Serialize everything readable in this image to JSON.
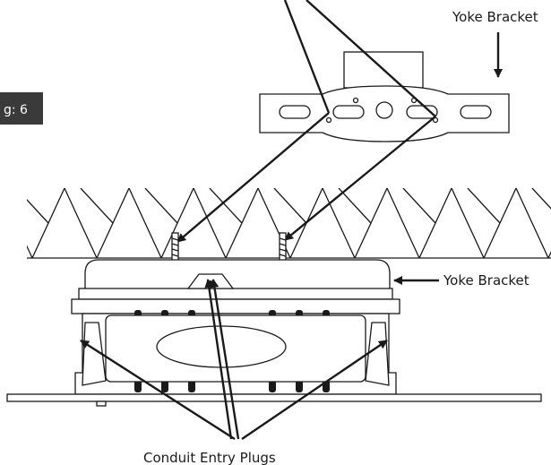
{
  "figure_tag": {
    "text": "g: 6",
    "background": "#3a3a3a"
  },
  "labels": {
    "yoke_bracket_top": "Yoke Bracket",
    "yoke_bracket_side": "Yoke Bracket",
    "conduit_entry_plugs": "Conduit Entry Plugs"
  },
  "colors": {
    "line": "#1a1a1a",
    "background": "#ffffff"
  }
}
